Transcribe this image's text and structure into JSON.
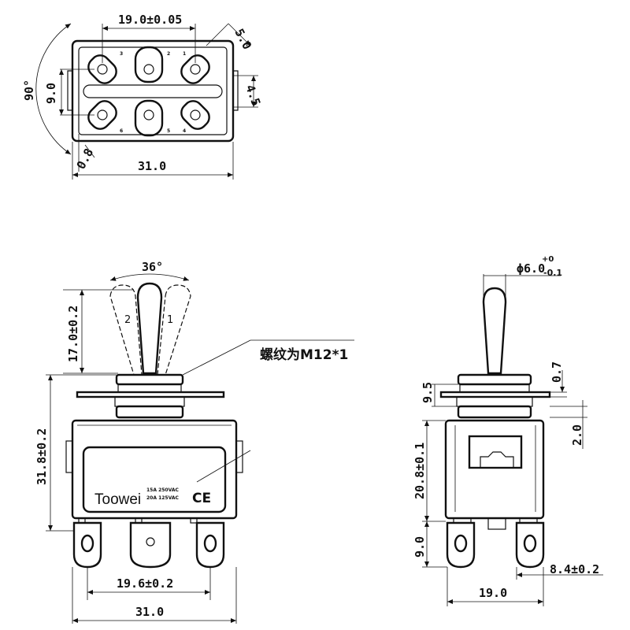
{
  "top_view": {
    "dim_width_top": "19.0±0.05",
    "dim_corner": "5.0",
    "dim_angle": "90°",
    "dim_pitch_v": "9.0",
    "dim_right_v": "4.5",
    "dim_bottom_left": "0.8",
    "dim_total_width": "31.0",
    "terminal_marks": [
      "3",
      "2",
      "1",
      "6",
      "5",
      "4"
    ]
  },
  "front_view": {
    "dim_angle": "36°",
    "dim_lever_height": "17.0±0.2",
    "thread_note": "螺纹为M12*1",
    "dim_body_height": "31.8±0.2",
    "dim_terminal_pitch": "19.6±0.2",
    "dim_total_width": "31.0",
    "position_labels": [
      "2",
      "1"
    ],
    "brand": "Toowei",
    "rating_line_1": "15A 250VAC",
    "rating_line_2": "20A 125VAC",
    "ce_mark": "CE"
  },
  "side_view": {
    "dim_lever_dia": "ϕ6.0",
    "dim_lever_tol_upper": "+0",
    "dim_lever_tol_lower": "-0.1",
    "dim_bushing": "9.5",
    "dim_nut": "0.7",
    "dim_plate": "2.0",
    "dim_body": "20.8±0.1",
    "dim_terminal": "9.0",
    "dim_terminal_width": "8.4±0.2",
    "dim_total_width": "19.0"
  }
}
